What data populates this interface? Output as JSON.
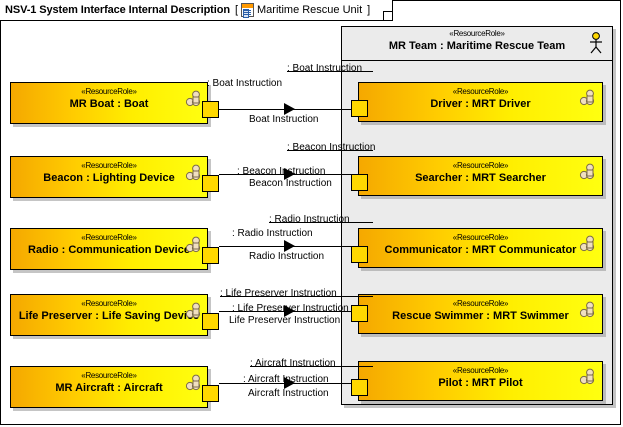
{
  "diagram": {
    "title": "NSV-1 System Interface Internal Description",
    "bracket_open": "[",
    "bracket_close": "]",
    "context_name": "Maritime Rescue Unit",
    "title_icon": "document-icon",
    "stereotype": "«ResourceRole»",
    "colors": {
      "part_fill_left": "#f5a800",
      "part_fill_right": "#ffff10",
      "container_fill": "#ebebeb",
      "port_fill": "#ffd800",
      "border": "#000000",
      "title_icon_band": "#ff9900"
    }
  },
  "container": {
    "stereotype": "«ResourceRole»",
    "name": "MR Team : Maritime Rescue Team",
    "actor_icon": "actor-stick-figure-icon"
  },
  "left_parts": [
    {
      "stereotype": "«ResourceRole»",
      "name": "MR Boat : Boat",
      "icon": "resource-role-icon"
    },
    {
      "stereotype": "«ResourceRole»",
      "name": "Beacon : Lighting Device",
      "icon": "resource-role-icon"
    },
    {
      "stereotype": "«ResourceRole»",
      "name": "Radio : Communication Device",
      "icon": "resource-role-icon"
    },
    {
      "stereotype": "«ResourceRole»",
      "name": "Life Preserver : Life Saving Device",
      "icon": "resource-role-icon"
    },
    {
      "stereotype": "«ResourceRole»",
      "name": "MR Aircraft : Aircraft",
      "icon": "resource-role-icon"
    }
  ],
  "right_parts": [
    {
      "stereotype": "«ResourceRole»",
      "name": "Driver : MRT Driver",
      "icon": "resource-role-icon"
    },
    {
      "stereotype": "«ResourceRole»",
      "name": "Searcher : MRT Searcher",
      "icon": "resource-role-icon"
    },
    {
      "stereotype": "«ResourceRole»",
      "name": "Communicator : MRT Communicator",
      "icon": "resource-role-icon"
    },
    {
      "stereotype": "«ResourceRole»",
      "name": "Rescue Swimmer : MRT Swimmer",
      "icon": "resource-role-icon"
    },
    {
      "stereotype": "«ResourceRole»",
      "name": "Pilot : MRT Pilot",
      "icon": "resource-role-icon"
    }
  ],
  "connectors": [
    {
      "id": "boat",
      "label_top": ": Boat Instruction",
      "label_mid": ": Boat Instruction",
      "label_bottom": "Boat Instruction"
    },
    {
      "id": "beacon",
      "label_top": ": Beacon Instruction",
      "label_mid": ": Beacon Instruction",
      "label_bottom": "Beacon Instruction"
    },
    {
      "id": "radio",
      "label_top": ": Radio Instruction",
      "label_mid": ": Radio Instruction",
      "label_bottom": "Radio Instruction"
    },
    {
      "id": "life-preserver",
      "label_top": ": Life Preserver Instruction",
      "label_mid": ": Life Preserver Instruction",
      "label_bottom": "Life Preserver Instruction"
    },
    {
      "id": "aircraft",
      "label_top": ": Aircraft Instruction",
      "label_mid": ": Aircraft Instruction",
      "label_bottom": "Aircraft Instruction"
    }
  ]
}
